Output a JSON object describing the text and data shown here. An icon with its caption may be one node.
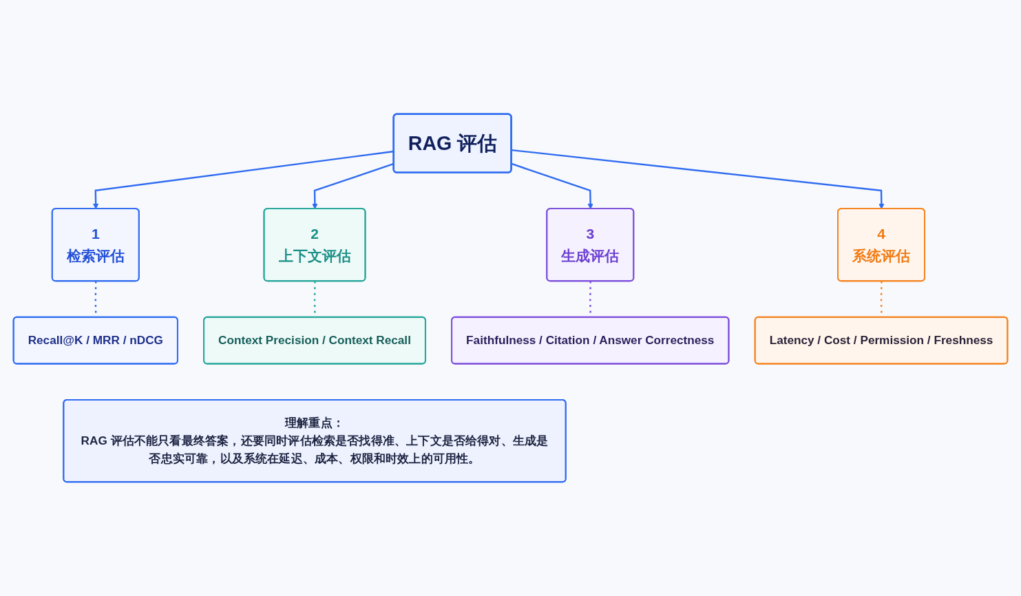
{
  "diagram": {
    "nodes": [
      {
        "text": [
          "RAG 评估"
        ]
      },
      {
        "text": [
          "1",
          "检索评估"
        ]
      },
      {
        "text": [
          "2",
          "上下文评估"
        ]
      },
      {
        "text": [
          "3",
          "生成评估"
        ]
      },
      {
        "text": [
          "4",
          "系统评估"
        ]
      },
      {
        "text": [
          "Recall@K / MRR / nDCG"
        ]
      },
      {
        "text": [
          "Context Precision / Context Recall"
        ]
      },
      {
        "text": [
          "Faithfulness / Citation / Answer Correctness"
        ]
      },
      {
        "text": [
          "Latency / Cost / Permission / Freshness"
        ]
      },
      {
        "text": [
          "理解重点：",
          "RAG 评估不能只看最终答案，还要同时评估检索是否找得准、上下文是否给得对、生成是否忠实可靠，以及系统在延迟、成本、权限和时效上的可用性。"
        ]
      }
    ],
    "edges": [
      {
        "from": 0,
        "to": 1,
        "arrow": "to"
      },
      {
        "from": 0,
        "to": 2,
        "arrow": "to"
      },
      {
        "from": 0,
        "to": 3,
        "arrow": "to"
      },
      {
        "from": 0,
        "to": 4,
        "arrow": "to"
      },
      {
        "from": 1,
        "to": 5,
        "arrow": "none",
        "style": "dashed"
      },
      {
        "from": 2,
        "to": 6,
        "arrow": "none",
        "style": "dashed",
        "color": "#26a69a"
      },
      {
        "from": 3,
        "to": 7,
        "arrow": "none",
        "style": "dashed",
        "color": "#7c4ddb"
      },
      {
        "from": 4,
        "to": 8,
        "arrow": "none",
        "style": "dashed",
        "color": "#f5831f"
      }
    ]
  }
}
